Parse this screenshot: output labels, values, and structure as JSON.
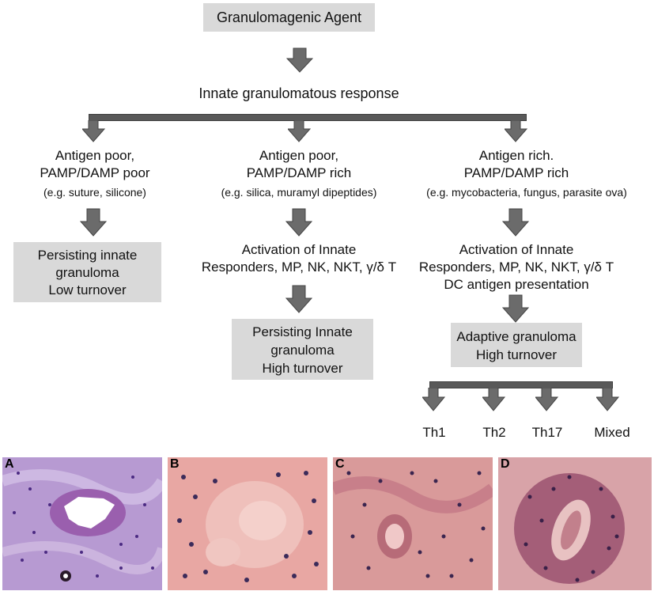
{
  "top": {
    "agent": "Granulomagenic Agent",
    "innate": "Innate granulomatous response"
  },
  "branches": [
    {
      "line1": "Antigen poor,",
      "line2": "PAMP/DAMP poor",
      "example": "(e.g. suture, silicone)",
      "outcome": [
        "Persisting innate",
        "granuloma",
        "Low turnover"
      ]
    },
    {
      "line1": "Antigen poor,",
      "line2": "PAMP/DAMP rich",
      "example": "(e.g. silica, muramyl dipeptides)",
      "activation": [
        "Activation of Innate",
        "Responders, MP, NK, NKT, γ/δ T"
      ],
      "outcome": [
        "Persisting Innate",
        "granuloma",
        "High turnover"
      ]
    },
    {
      "line1": "Antigen rich.",
      "line2": "PAMP/DAMP rich",
      "example": "(e.g. mycobacteria, fungus, parasite ova)",
      "activation": [
        "Activation of Innate",
        "Responders, MP, NK, NKT, γ/δ T",
        "DC antigen presentation"
      ],
      "outcome": [
        "Adaptive  granuloma",
        "High turnover"
      ]
    }
  ],
  "subtypes": [
    "Th1",
    "Th2",
    "Th17",
    "Mixed"
  ],
  "panels": [
    "A",
    "B",
    "C",
    "D"
  ],
  "colors": {
    "box_fill": "#d9d9d9",
    "arrow": "#6b6b6b",
    "he_purple": "#9a78bf",
    "he_pink": "#e39a9a"
  }
}
